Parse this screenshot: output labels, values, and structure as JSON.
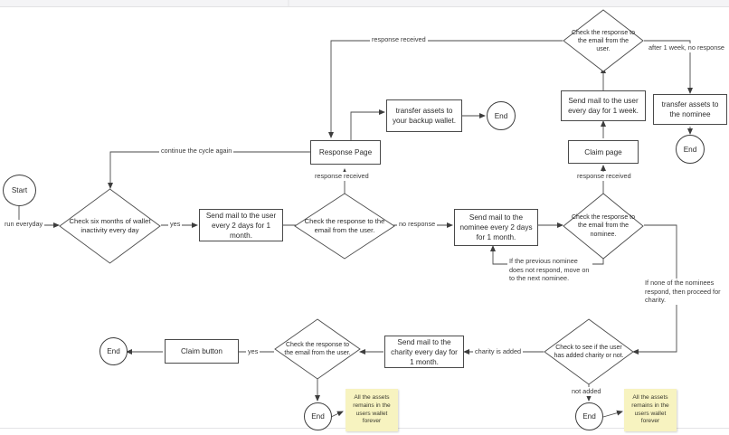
{
  "diagram": {
    "title": "Wallet inactivity / inheritance flowchart",
    "background": "#ffffff",
    "stroke": "#4a4a4a",
    "note_color": "#f7f3c0"
  },
  "nodes": {
    "start": "Start",
    "check_six_months": "Check six months of wallet inactivity every day",
    "send_mail_user_2days": "Send mail to the user every 2 days for 1 month.",
    "check_response_user_1": "Check the response to the email from the user.",
    "response_page": "Response Page",
    "transfer_backup_wallet": "transfer assets to your backup wallet.",
    "end_backup": "End",
    "check_response_user_top": "Check the response to the email from the user.",
    "send_mail_user_daily_week": "Send mail to the user every  day for 1 week.",
    "claim_page": "Claim page",
    "transfer_to_nominee": "transfer assets to the nominee",
    "end_nominee": "End",
    "send_mail_nominee_2days": "Send mail to the nominee every 2 days for 1 month.",
    "check_response_nominee": "Check the response to the email from the nominee.",
    "check_charity_added": "Check to see if the user has added charity or not.",
    "send_mail_charity": "Send mail to the charity every  day for 1 month.",
    "check_response_user_bottom": "Check the response to the email from the user.",
    "claim_button": "Claim button",
    "end_claim": "End",
    "end_charity_no_response": "End",
    "end_not_added": "End"
  },
  "notes": {
    "charity_no_response": "All the assets remains in the users wallet forever",
    "not_added": "All the assets remains in the users wallet forever"
  },
  "edges": {
    "run_everyday": "run everyday",
    "yes_six_months": "yes",
    "response_received_user_1": "response received",
    "no_response_user_1": "no response",
    "continue_cycle": "continue the cycle again",
    "response_received_top": "response received",
    "after_week_no_response": "after 1 week, no response",
    "response_received_claim": "response received",
    "previous_nominee": "If the previous nominee does not respond, move on to the next nominee.",
    "none_of_nominees": "If none of the nominees respond, then proceed for charity.",
    "charity_is_added": "charity is added",
    "not_added": "not added",
    "yes_claim": "yes"
  }
}
